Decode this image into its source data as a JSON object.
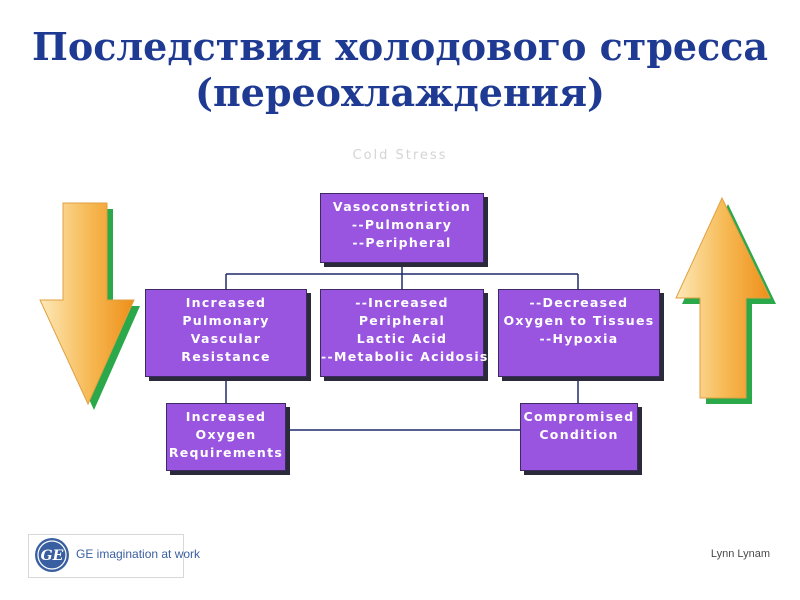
{
  "title": {
    "line1": "Последствия холодового стресса",
    "line2": "(переохлаждения)"
  },
  "subtitle": "Cold Stress",
  "boxes": {
    "vasoconstriction": [
      "Vasoconstriction",
      "--Pulmonary",
      "--Peripheral"
    ],
    "pulmonary_resistance": [
      "Increased",
      "Pulmonary",
      "Vascular",
      "Resistance"
    ],
    "lactic_acid": [
      "--Increased",
      "Peripheral",
      "Lactic Acid",
      "--Metabolic Acidosis"
    ],
    "decreased_oxygen": [
      "--Decreased",
      "Oxygen to Tissues",
      "--Hypoxia"
    ],
    "oxygen_requirements": [
      "Increased",
      "Oxygen",
      "Requirements"
    ],
    "compromised_condition": [
      "Compromised",
      "Condition"
    ]
  },
  "footer": {
    "logo_text": "GE imagination at work",
    "logo_monogram": "GE",
    "author": "Lynn Lynam"
  },
  "colors": {
    "title": "#1f3a93",
    "box_fill": "#9a55e0",
    "box_shadow": "#2a2a3a",
    "connector": "#1f2a6b",
    "arrow_light": "#fde9b8",
    "arrow_dark": "#ee8f1a",
    "arrow_shadow": "#2aa84a"
  },
  "icons": {
    "left_arrow": "arrow-down-icon",
    "right_arrow": "arrow-up-icon",
    "logo": "ge-monogram-icon"
  }
}
